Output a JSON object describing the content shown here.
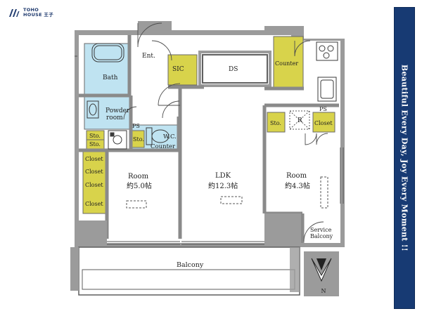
{
  "logo": {
    "line1": "TOHO",
    "line2": "HOUSE 王子"
  },
  "side_banner": "Beautiful Every Day, Joy Every Moment !!",
  "labels": {
    "ent": "Ent.",
    "bath": "Bath",
    "powder_line1": "Powder",
    "powder_line2": "room",
    "sic": "SIC",
    "ds": "DS",
    "counter_kitchen": "Counter",
    "ps_left": "PS",
    "wc": "W.C.",
    "counter_wc": "Counter",
    "sto_1": "Sto.",
    "sto_2": "Sto.",
    "sto_3": "Sto.",
    "sto_4": "Sto.",
    "refrigerator": "R",
    "ps_right": "PS",
    "closet_right": "Closet",
    "closet_1": "Closet",
    "closet_2": "Closet",
    "closet_3": "Closet",
    "closet_4": "Closet",
    "room_left_name": "Room",
    "room_left_size": "約5.0帖",
    "ldk_name": "LDK",
    "ldk_size": "約12.3帖",
    "room_right_name": "Room",
    "room_right_size": "約4.3帖",
    "service_balcony_line1": "Service",
    "service_balcony_line2": "Balcony",
    "balcony": "Balcony",
    "north": "N"
  },
  "colors": {
    "wall": "#9b9b9b",
    "storage": "#d8d34b",
    "wet_area": "#bfe3f1",
    "brand": "#173a73"
  }
}
